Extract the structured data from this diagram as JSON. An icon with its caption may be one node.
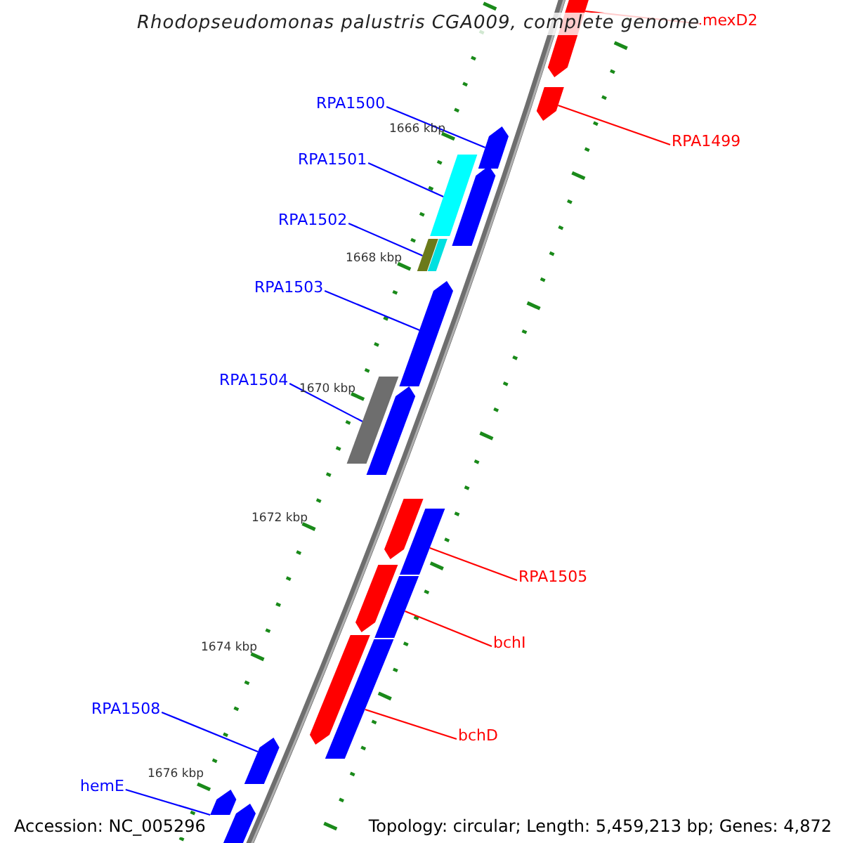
{
  "diagram": {
    "title": "Rhodopseudomonas palustris CGA009, complete genome",
    "nodes": [
      {
        "text": [
          "mexD2"
        ]
      },
      {
        "text": [],
        "shape": "bar"
      },
      {
        "text": [
          "RPA1500"
        ]
      },
      {
        "text": [],
        "shape": "bar"
      },
      {
        "text": [
          "RPA1499"
        ]
      },
      {
        "text": [],
        "shape": "bar"
      },
      {
        "text": [
          "RPA1501"
        ]
      },
      {
        "text": [],
        "shape": "bar"
      },
      {
        "text": [
          "RPA1502"
        ]
      },
      {
        "text": [],
        "shape": "bar"
      },
      {
        "text": [
          "RPA1503"
        ]
      },
      {
        "text": [],
        "shape": "bar"
      },
      {
        "text": [
          "RPA1504"
        ]
      },
      {
        "text": [],
        "shape": "bar"
      },
      {
        "text": [
          "RPA1505"
        ]
      },
      {
        "text": [],
        "shape": "bar"
      },
      {
        "text": [
          "bchI"
        ]
      },
      {
        "text": [],
        "shape": "bar"
      },
      {
        "text": [
          "RPA1508"
        ]
      },
      {
        "text": [],
        "shape": "bar"
      },
      {
        "text": [
          "bchD"
        ]
      },
      {
        "text": [],
        "shape": "bar"
      },
      {
        "text": [
          "hemE"
        ]
      },
      {
        "text": [],
        "shape": "bar"
      },
      {
        "text": [],
        "shape": "bar"
      },
      {
        "text": [],
        "shape": "bar"
      },
      {
        "text": [],
        "shape": "bar"
      },
      {
        "text": [],
        "shape": "bar"
      },
      {
        "text": [],
        "shape": "bar"
      },
      {
        "text": [],
        "shape": "bar"
      },
      {
        "text": [],
        "shape": "bar"
      }
    ],
    "edges": [
      {
        "from": 0,
        "to": 1,
        "arrow": "none",
        "color": "#ff0000"
      },
      {
        "from": 2,
        "to": 3,
        "arrow": "none"
      },
      {
        "from": 4,
        "to": 5,
        "arrow": "none",
        "color": "#ff0000"
      },
      {
        "from": 6,
        "to": 7,
        "arrow": "none"
      },
      {
        "from": 8,
        "to": 9,
        "arrow": "none"
      },
      {
        "from": 10,
        "to": 11,
        "arrow": "none"
      },
      {
        "from": 12,
        "to": 13,
        "arrow": "none"
      },
      {
        "from": 14,
        "to": 15,
        "arrow": "none",
        "color": "#ff0000"
      },
      {
        "from": 16,
        "to": 17,
        "arrow": "none",
        "color": "#ff0000"
      },
      {
        "from": 18,
        "to": 19,
        "arrow": "none"
      },
      {
        "from": 20,
        "to": 21,
        "arrow": "none",
        "color": "#ff0000"
      },
      {
        "from": 22,
        "to": 23,
        "arrow": "none"
      }
    ],
    "labels": [
      "1666 kbp",
      "1668 kbp",
      "1670 kbp",
      "1672 kbp",
      "1674 kbp",
      "1676 kbp",
      "Accession: NC_005296",
      "Topology: circular; Length: 5,459,213 bp; Genes: 4,872"
    ]
  }
}
